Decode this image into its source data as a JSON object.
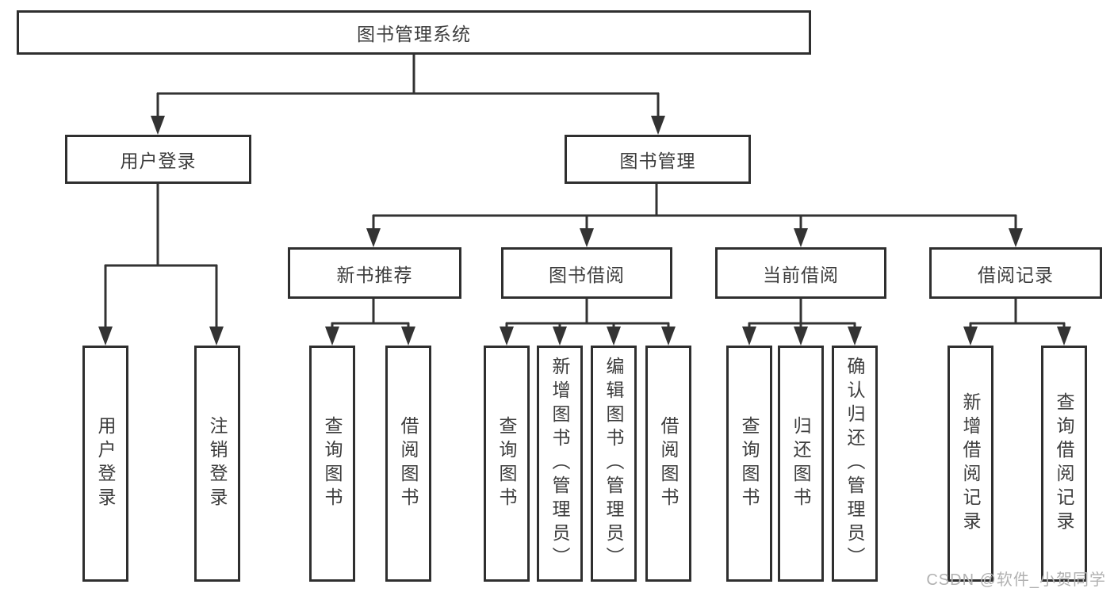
{
  "diagram": {
    "root": {
      "label": "图书管理系统"
    },
    "branches": [
      {
        "label": "用户登录",
        "children": [
          {
            "label": "用户登录"
          },
          {
            "label": "注销登录"
          }
        ]
      },
      {
        "label": "图书管理",
        "children": [
          {
            "label": "新书推荐",
            "children": [
              {
                "label": "查询图书"
              },
              {
                "label": "借阅图书"
              }
            ]
          },
          {
            "label": "图书借阅",
            "children": [
              {
                "label": "查询图书"
              },
              {
                "label": "新增图书（管理员）"
              },
              {
                "label": "编辑图书（管理员）"
              },
              {
                "label": "借阅图书"
              }
            ]
          },
          {
            "label": "当前借阅",
            "children": [
              {
                "label": "查询图书"
              },
              {
                "label": "归还图书"
              },
              {
                "label": "确认归还（管理员）"
              }
            ]
          },
          {
            "label": "借阅记录",
            "children": [
              {
                "label": "新增借阅记录"
              },
              {
                "label": "查询借阅记录"
              }
            ]
          }
        ]
      }
    ],
    "watermark": "CSDN @软件_小贺同学",
    "colors": {
      "line": "#333333",
      "box_border": "#2f2f2f",
      "text": "#3d3d3d",
      "watermark": "#b1b1b1",
      "background": "#ffffff"
    }
  }
}
